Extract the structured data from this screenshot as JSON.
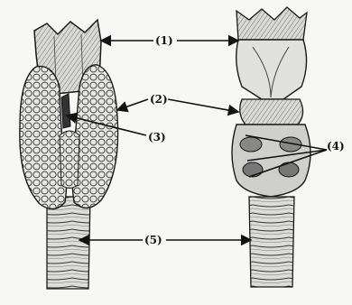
{
  "labels": {
    "l1": "(1)",
    "l2": "(2)",
    "l3": "(3)",
    "l4": "(4)",
    "l5": "(5)"
  },
  "colors": {
    "ink": "#1a1a1a",
    "gland_fill": "#e4e4e0",
    "cartilage_fill": "#d6d6d2",
    "paper": "#f7f7f5"
  }
}
